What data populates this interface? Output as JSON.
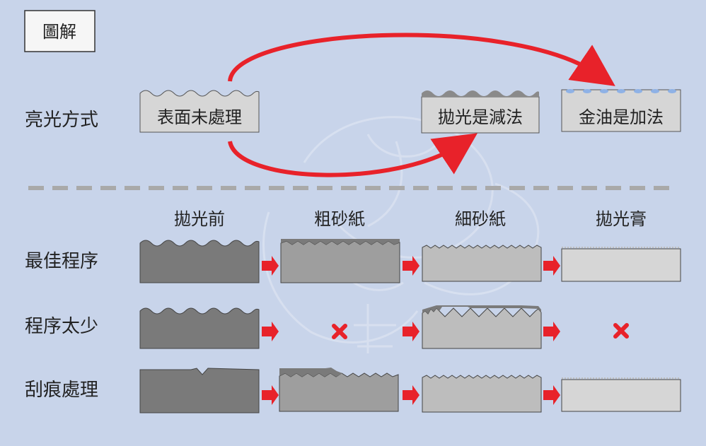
{
  "title_box": "圖解",
  "shine_method": {
    "row_label": "亮光方式",
    "untreated": "表面未處理",
    "polish": "拋光是減法",
    "gold_oil": "金油是加法"
  },
  "columns": [
    "拋光前",
    "粗砂紙",
    "細砂紙",
    "拋光膏"
  ],
  "rows": [
    "最佳程序",
    "程序太少",
    "刮痕處理"
  ],
  "colors": {
    "background": "#c8d4ea",
    "arrow_red": "#e8222a",
    "dark_block": "#7a7a7a",
    "mid_block": "#9e9e9e",
    "light_block": "#bdbdbd",
    "lighter_block": "#d6d6d6",
    "gold_oil_dots": "#8fb2e6"
  }
}
